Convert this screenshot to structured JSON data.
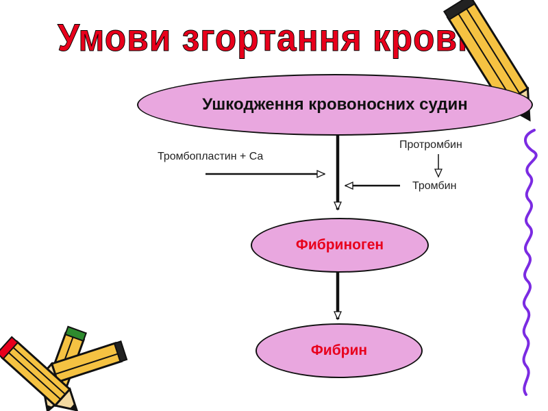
{
  "title": "Умови згортання крові",
  "nodes": {
    "vessel_damage": "Ушкодження кровоносних судин",
    "fibrinogen": "Фибриноген",
    "fibrin": "Фибрин"
  },
  "labels": {
    "thromboplastin": "Тромбопластин + Ca",
    "prothrombin": "Протромбин",
    "thrombin": "Тромбин"
  },
  "colors": {
    "title": "#e8001c",
    "oval_fill": "#e9a7df",
    "node_text_red": "#e8001c",
    "line": "#111111",
    "pencil_yellow": "#f5c242",
    "squiggle": "#8a2be2"
  },
  "decorations": {
    "top_right": "pencil-icon",
    "bottom_left": "crossed-pencils-icon",
    "right_edge": "squiggle-line"
  }
}
